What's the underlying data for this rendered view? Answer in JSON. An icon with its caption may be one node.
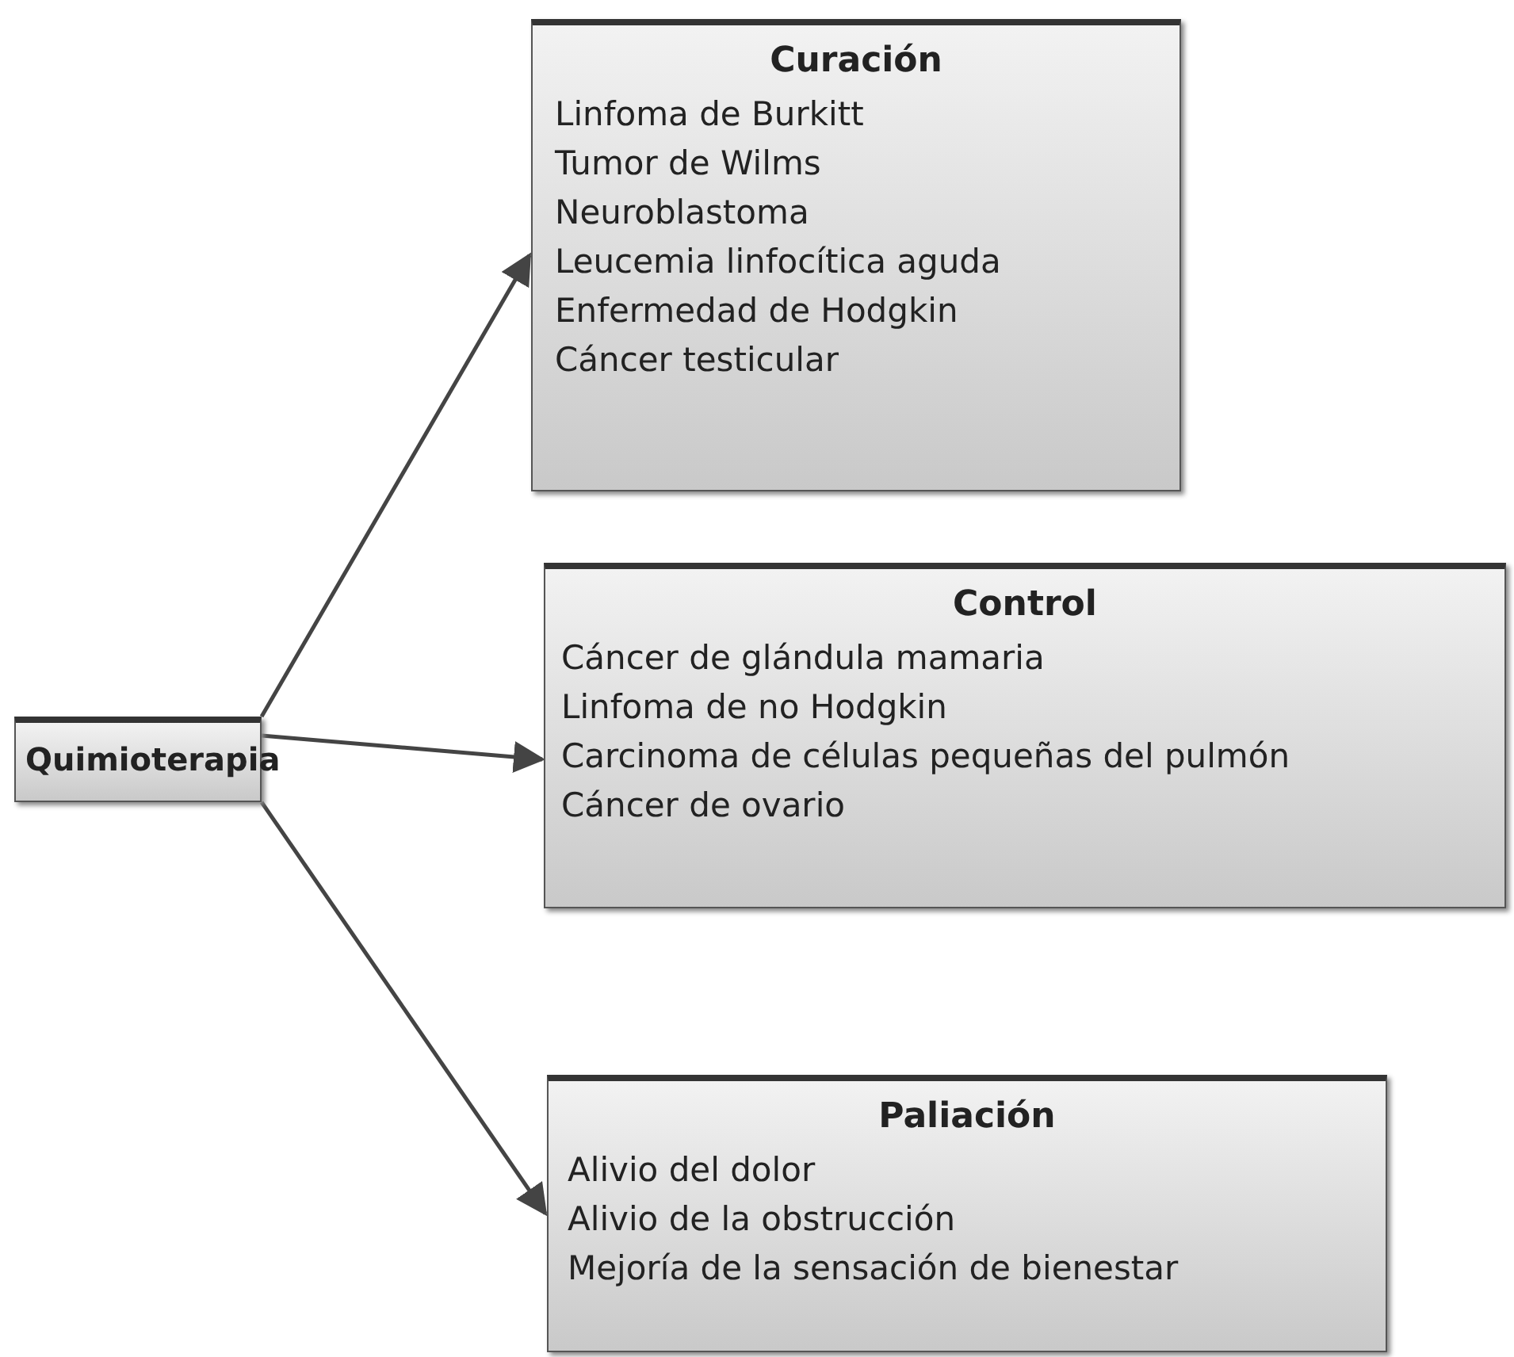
{
  "diagram": {
    "nodes": [
      {
        "text": [
          "Quimioterapia"
        ]
      },
      {
        "text": [
          "Curación",
          "Linfoma de Burkitt",
          "Tumor de Wilms",
          "Neuroblastoma",
          "Leucemia linfocítica aguda",
          "Enfermedad de Hodgkin",
          "Cáncer testicular"
        ]
      },
      {
        "text": [
          "Control",
          "Cáncer de glándula mamaria",
          "Linfoma de no Hodgkin",
          "Carcinoma de células pequeñas del pulmón",
          "Cáncer de ovario"
        ]
      },
      {
        "text": [
          "Paliación",
          "Alivio del dolor",
          "Alivio de la obstrucción",
          "Mejoría de la sensación de bienestar"
        ]
      }
    ],
    "edges": [
      {
        "from": 0,
        "to": 1,
        "arrow": "to"
      },
      {
        "from": 0,
        "to": 2,
        "arrow": "to"
      },
      {
        "from": 0,
        "to": 3,
        "arrow": "to"
      }
    ]
  }
}
